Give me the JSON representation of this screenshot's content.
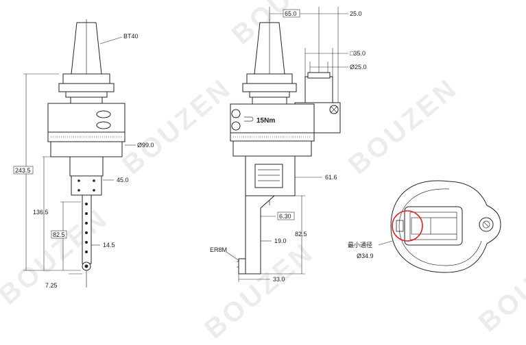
{
  "watermark": "BOUZEN",
  "labels": {
    "holder": "BT40",
    "body_diameter": "Ø99.0",
    "overall_length": "243.5",
    "length_136": "136.5",
    "length_82_boxed": "82.5",
    "width_45": "45.0",
    "width_14": "14.5",
    "tip_725": "7.25",
    "offset_65": "65.0",
    "offset_25": "25.0",
    "square_35": "□35.0",
    "diameter_25": "Ø25.0",
    "torque": "15Nm",
    "width_616": "61.6",
    "offset_630": "6.30",
    "length_825": "82.5",
    "width_19": "19.0",
    "collet": "ER8M",
    "width_33": "33.0",
    "min_bore_label": "最小通径",
    "min_bore_value": "Ø34.9"
  }
}
